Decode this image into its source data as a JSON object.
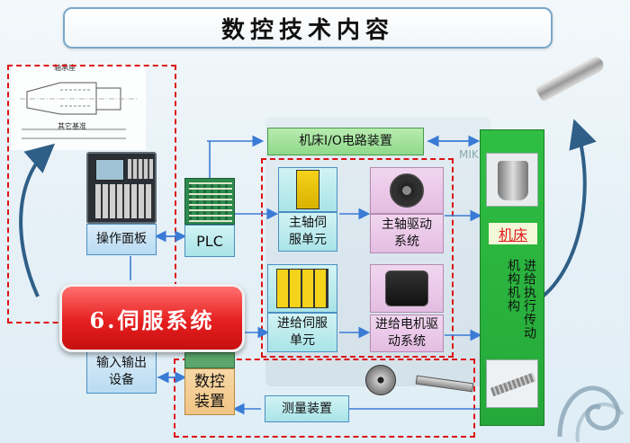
{
  "title": "数控技术内容",
  "blocks": {
    "io_circuit": "机床I/O电路装置",
    "operation_panel": "操作面板",
    "plc": "PLC",
    "spindle_servo_unit": "主轴伺服单元",
    "spindle_drive": "主轴驱动系统",
    "machine_tool": "机床",
    "actuators": "进给执行传动机构机构",
    "feed_servo_unit": "进给伺服单元",
    "feed_motor_drive": "进给电机驱动系统",
    "io_device": "输入输出设备",
    "cnc_device": "数控装置",
    "measuring_device": "测量装置"
  },
  "callout": "6.伺服系统",
  "drawing_labels": {
    "top": "轴承座",
    "mid": "其它基准"
  }
}
